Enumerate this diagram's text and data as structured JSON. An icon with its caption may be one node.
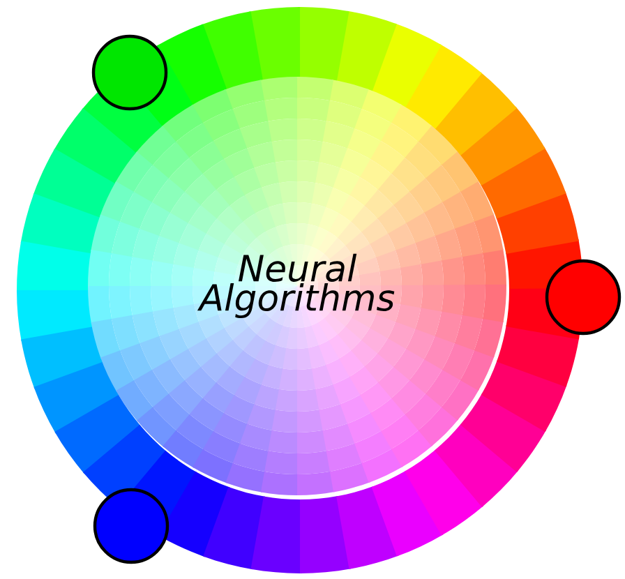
{
  "diagram": {
    "nodes": [
      {
        "text": [
          "Neural Algorithms"
        ]
      },
      {
        "text": [],
        "shape": "circle"
      },
      {
        "text": [],
        "shape": "circle"
      },
      {
        "text": [],
        "shape": "circle"
      }
    ]
  }
}
